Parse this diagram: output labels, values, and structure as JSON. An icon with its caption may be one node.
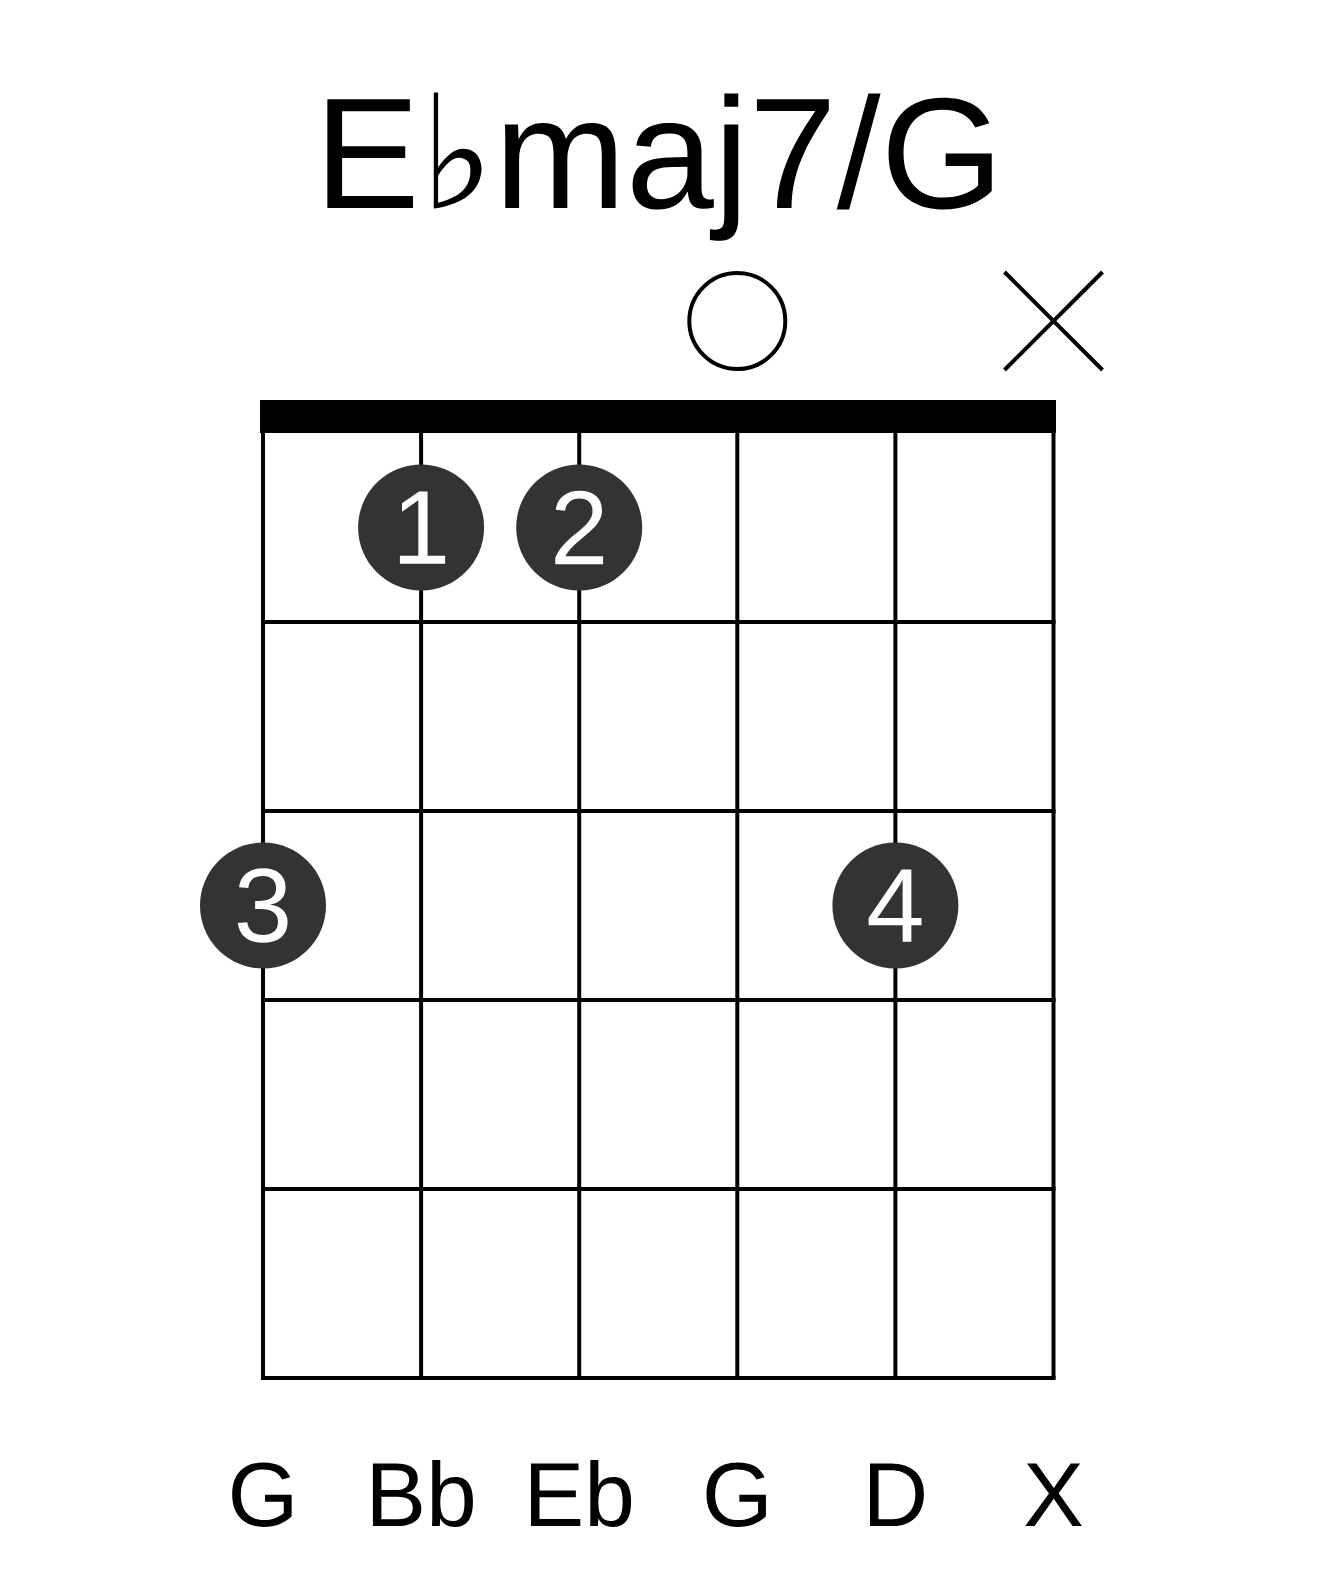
{
  "diagram": {
    "title": "E♭maj7/G",
    "nodes": [
      {
        "text": [],
        "shape": "circle"
      },
      {
        "text": [],
        "shape": "cross"
      },
      {
        "text": [
          "1"
        ]
      },
      {
        "text": [
          "2"
        ]
      },
      {
        "text": [
          "3"
        ]
      },
      {
        "text": [
          "4"
        ]
      }
    ],
    "labels": [
      "G",
      "Bb",
      "Eb",
      "G",
      "D",
      "X"
    ]
  }
}
